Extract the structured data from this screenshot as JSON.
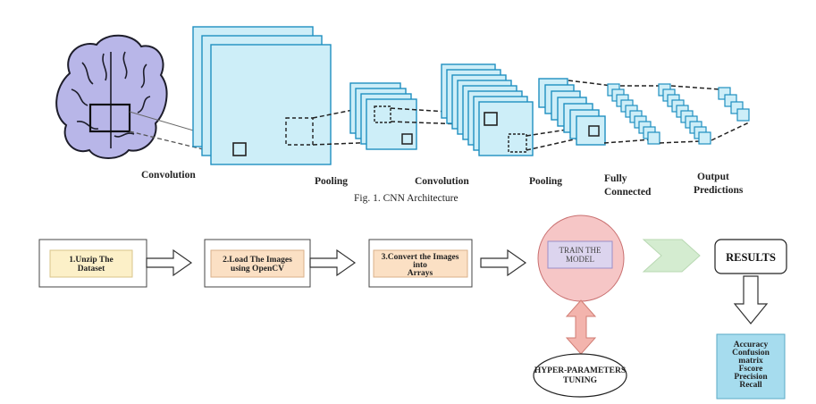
{
  "architecture": {
    "caption": "Fig. 1. CNN Architecture",
    "labels": {
      "convolution1": "Convolution",
      "pooling1": "Pooling",
      "convolution2": "Convolution",
      "pooling2": "Pooling",
      "fully_connected_1": "Fully",
      "fully_connected_2": "Connected",
      "output_1": "Output",
      "output_2": "Predictions"
    }
  },
  "pipeline": {
    "step1_line1": "1.Unzip The",
    "step1_line2": "Dataset",
    "step2_line1": "2.Load The Images",
    "step2_line2": "using OpenCV",
    "step3_line1": "3.Convert the Images",
    "step3_line2": "into",
    "step3_line3": "Arrays",
    "train_line1": "TRAIN THE",
    "train_line2": "MODEL",
    "results": "RESULTS",
    "tuning_line1": "HYPER-PARAMETERS",
    "tuning_line2": "TUNING",
    "metrics": [
      "Accuracy",
      "Confusion",
      "matrix",
      "Fscore",
      "Precision",
      "Recall"
    ]
  },
  "colors": {
    "layer_fill": "#cdeef8",
    "layer_stroke": "#1f8fc0",
    "step_fill": "#fcf0c8",
    "step_fill_2": "#fbe0c4",
    "train_circle": "#f6c6c6",
    "train_box": "#dcd4ee",
    "tuning_arrow": "#f3b4ad",
    "chevron": "#d4ecd0",
    "metrics_fill": "#a6dcee"
  }
}
